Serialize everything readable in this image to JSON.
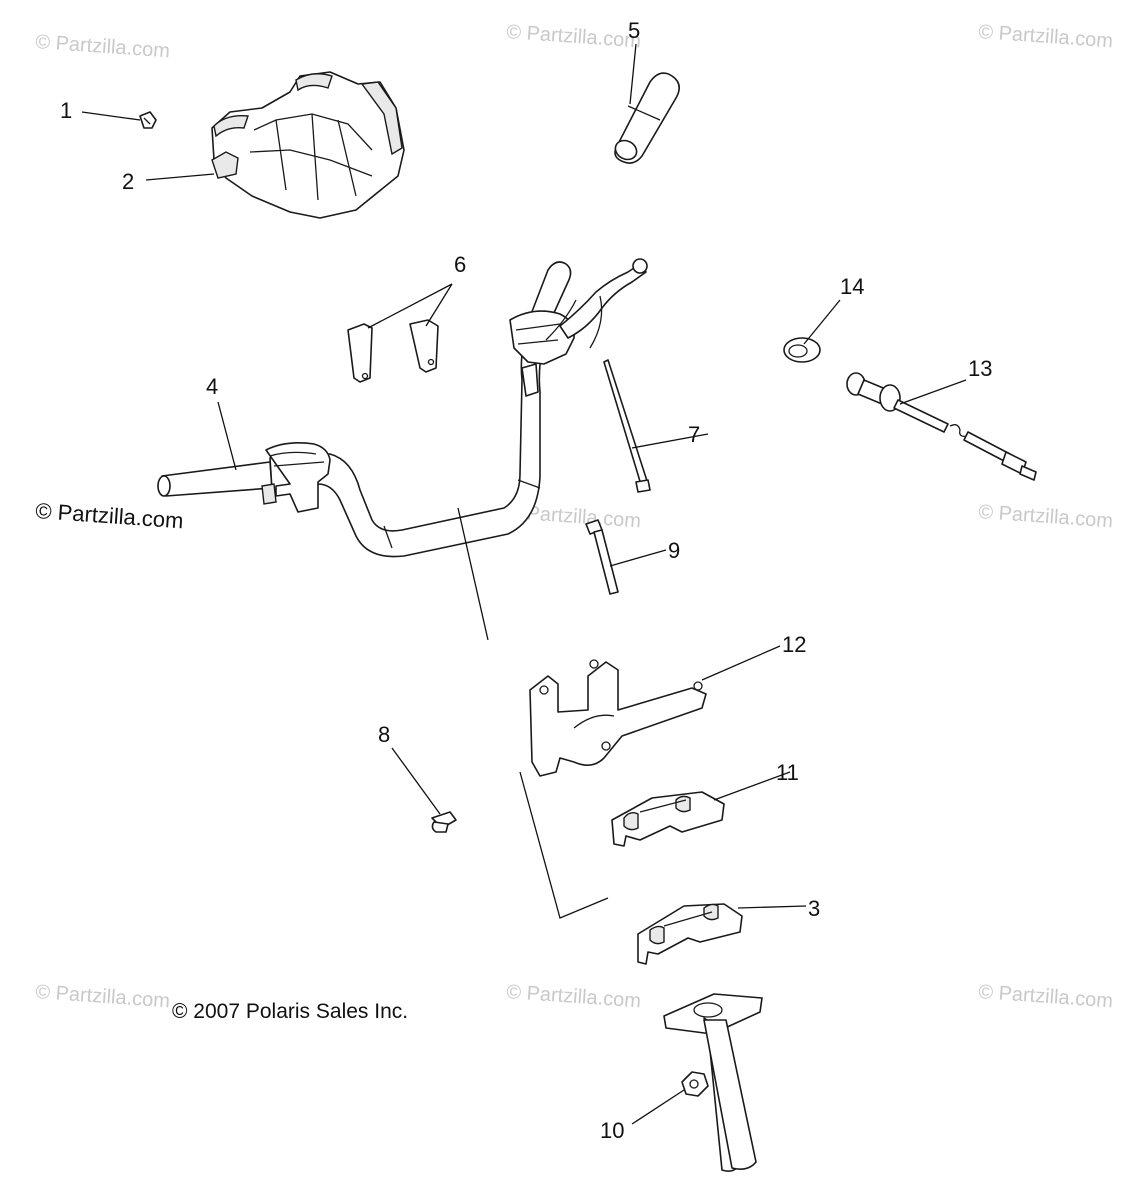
{
  "watermark": {
    "text": "© Partzilla.com"
  },
  "main_watermark": {
    "text": "© Partzilla.com"
  },
  "copyright": {
    "text": "© 2007  Polaris Sales Inc."
  },
  "callouts": [
    {
      "id": "1",
      "label": "1"
    },
    {
      "id": "2",
      "label": "2"
    },
    {
      "id": "3",
      "label": "3"
    },
    {
      "id": "4",
      "label": "4"
    },
    {
      "id": "5",
      "label": "5"
    },
    {
      "id": "6",
      "label": "6"
    },
    {
      "id": "7",
      "label": "7"
    },
    {
      "id": "8",
      "label": "8"
    },
    {
      "id": "9",
      "label": "9"
    },
    {
      "id": "10",
      "label": "10"
    },
    {
      "id": "11",
      "label": "11"
    },
    {
      "id": "12",
      "label": "12"
    },
    {
      "id": "13",
      "label": "13"
    },
    {
      "id": "14",
      "label": "14"
    }
  ]
}
